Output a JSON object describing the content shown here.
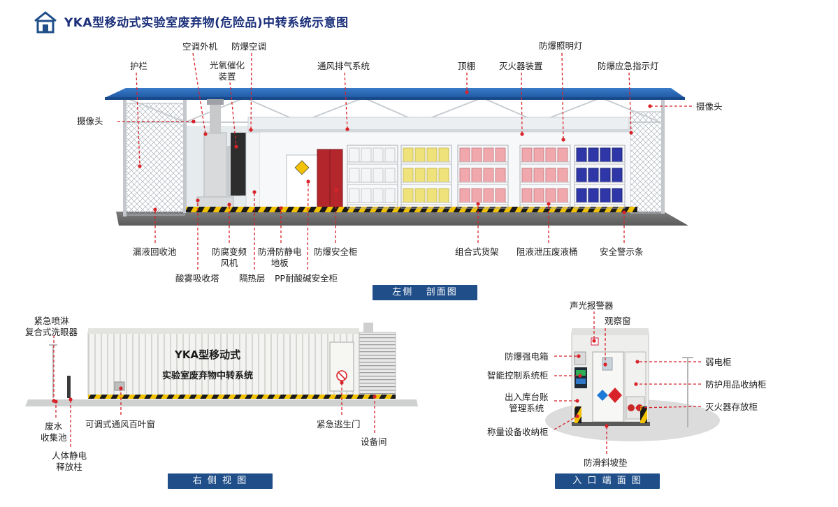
{
  "title": "YKA型移动式实验室废弃物(危险品)中转系统示意图",
  "icon": "house-icon",
  "colors": {
    "brand_blue": "#1f4e89",
    "leader_red": "#d8232a",
    "roof_blue": "#2c6ab5",
    "warning_yellow": "#f2c200"
  },
  "left_section": {
    "view_label": "左侧   剖面图",
    "labels": {
      "guardrail": "护栏",
      "ac_outdoor": "空调外机",
      "explosion_proof_ac": "防爆空调",
      "photo_oxygen": "光氧催化\n装置",
      "ventilation": "通风排气系统",
      "canopy": "顶棚",
      "fire_ext_device": "灭火器装置",
      "explosion_light": "防爆照明灯",
      "emergency_light": "防爆应急指示灯",
      "camera_left": "摄像头",
      "camera_right": "摄像头",
      "leak_pool": "漏液回收池",
      "acid_tower": "酸雾吸收塔",
      "anticorrosion_fan": "防腐变频\n风机",
      "insulation": "隔热层",
      "antistatic_floor": "防滑防静电\n地板",
      "pp_cabinet": "PP耐酸碱安全柜",
      "safety_cabinet": "防爆安全柜",
      "shelves": "组合式货架",
      "leak_barrel": "阻液泄压废液桶",
      "warning_strip": "安全警示条"
    }
  },
  "right_section": {
    "view_label": "右 侧 视 图",
    "container_title_1": "YKA型移动式",
    "container_title_2": "实验室废弃物中转系统",
    "labels": {
      "shower": "紧急喷淋\n复合式洗眼器",
      "waste_pool": "废水\n收集池",
      "static_pole": "人体静电\n释放柱",
      "louver": "可调式通风百叶窗",
      "escape_door": "紧急逃生门",
      "equipment_room": "设备间"
    }
  },
  "entrance_section": {
    "view_label": "入 口 端 面 图",
    "labels": {
      "alarm": "声光报警器",
      "window": "观察窗",
      "strong_box": "防爆强电箱",
      "control_cabinet": "智能控制系统柜",
      "ledger": "出入库台账\n管理系统",
      "scale_cabinet": "称量设备收纳柜",
      "ramp": "防滑斜坡垫",
      "weak_box": "弱电柜",
      "ppe_cabinet": "防护用品收纳柜",
      "extinguisher_cabinet": "灭火器存放柜"
    }
  }
}
